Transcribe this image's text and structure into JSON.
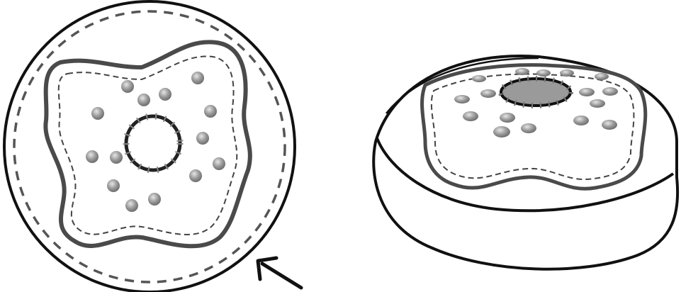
{
  "figure": {
    "views": [
      {
        "id": "top-view",
        "icon": "donut-top-view"
      },
      {
        "id": "perspective-view",
        "icon": "donut-perspective-view"
      }
    ],
    "pointer": {
      "icon": "arrow-up-left-icon"
    },
    "colors": {
      "stroke": "#111111",
      "shape_stroke": "#4a4a4a",
      "center_fill": "#9a9a9a",
      "sprinkle": "#8f8f8f",
      "background": "#ffffff"
    }
  }
}
